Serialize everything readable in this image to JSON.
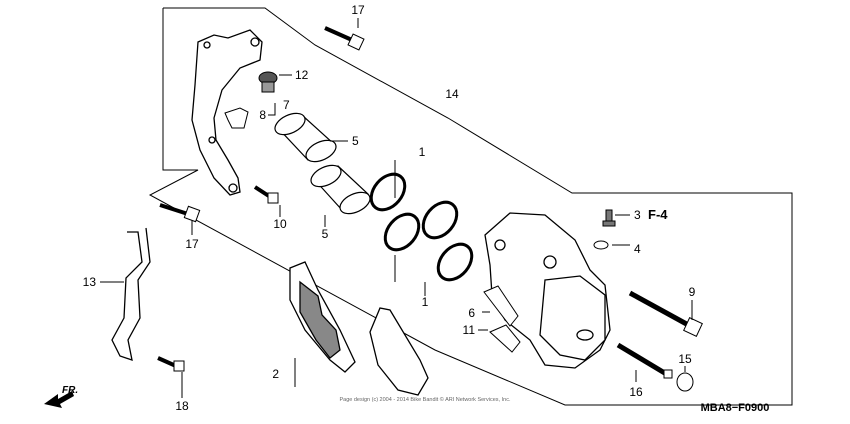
{
  "diagram": {
    "part_code": "MBA8−F0900",
    "ref_label": "F-4",
    "front_label": "FR.",
    "copyright": "Page design (c) 2004 - 2014 Bike Bandit © ARI Network Services, Inc.",
    "callouts": [
      "1",
      "1",
      "2",
      "3",
      "4",
      "5",
      "5",
      "6",
      "7",
      "8",
      "9",
      "10",
      "11",
      "12",
      "13",
      "14",
      "15",
      "16",
      "17",
      "17",
      "18"
    ]
  }
}
